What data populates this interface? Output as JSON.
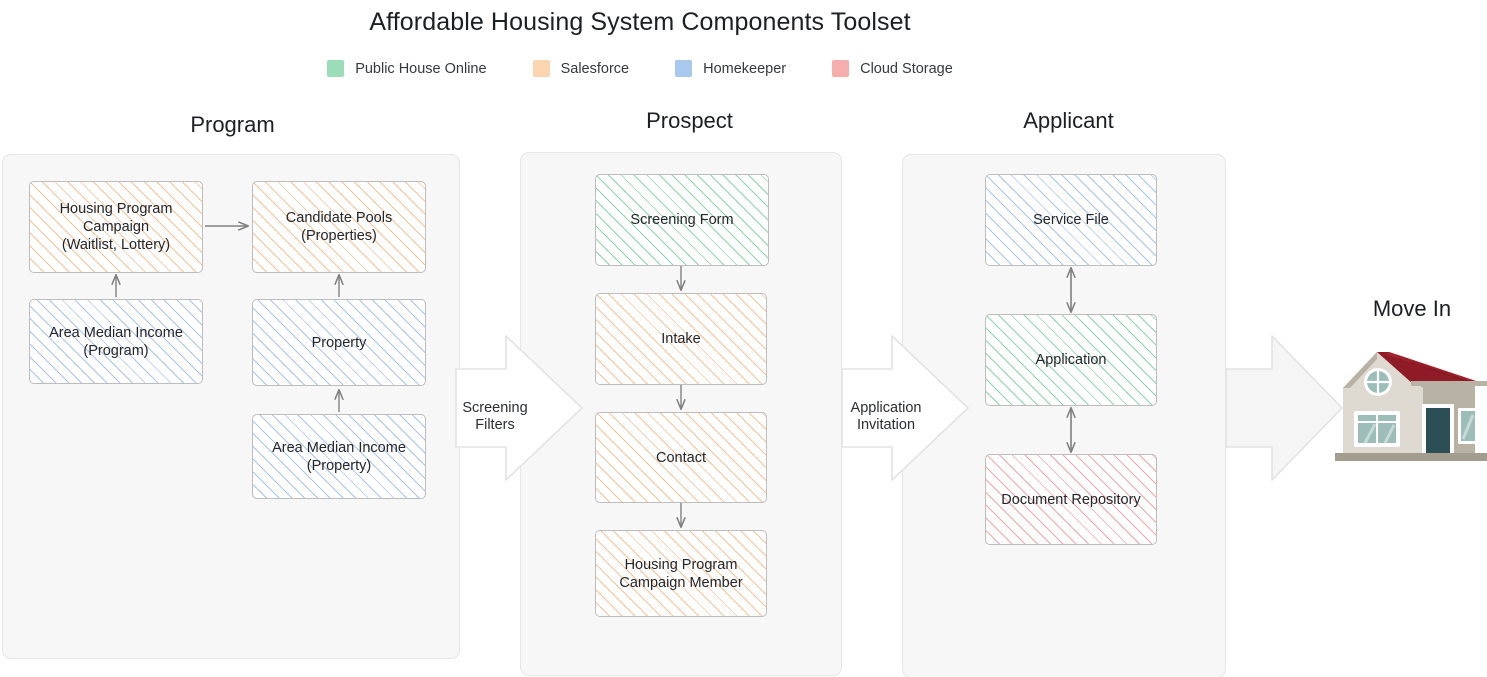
{
  "title": "Affordable Housing System Components Toolset",
  "legend": {
    "items": [
      {
        "label": "Public House Online",
        "color": "#9bddb8",
        "key": "green"
      },
      {
        "label": "Salesforce",
        "color": "#fbd5b0",
        "key": "orange"
      },
      {
        "label": "Homekeeper",
        "color": "#a8c8ee",
        "key": "blue"
      },
      {
        "label": "Cloud Storage",
        "color": "#f6adad",
        "key": "pink"
      }
    ]
  },
  "columns": [
    {
      "title": "Program",
      "nodes": [
        {
          "label": "Housing Program\nCampaign\n(Waitlist, Lottery)",
          "system": "Salesforce",
          "fill": "orange"
        },
        {
          "label": "Candidate Pools\n(Properties)",
          "system": "Salesforce",
          "fill": "orange"
        },
        {
          "label": "Area Median Income\n(Program)",
          "system": "Homekeeper",
          "fill": "blue"
        },
        {
          "label": "Property",
          "system": "Homekeeper",
          "fill": "blue"
        },
        {
          "label": "Area Median Income\n(Property)",
          "system": "Homekeeper",
          "fill": "blue"
        }
      ]
    },
    {
      "title": "Prospect",
      "nodes": [
        {
          "label": "Screening Form",
          "system": "Public House Online",
          "fill": "green"
        },
        {
          "label": "Intake",
          "system": "Salesforce",
          "fill": "orange"
        },
        {
          "label": "Contact",
          "system": "Salesforce",
          "fill": "orange"
        },
        {
          "label": "Housing Program\nCampaign Member",
          "system": "Salesforce",
          "fill": "orange"
        }
      ]
    },
    {
      "title": "Applicant",
      "nodes": [
        {
          "label": "Service File",
          "system": "Homekeeper",
          "fill": "blue"
        },
        {
          "label": "Application",
          "system": "Public House Online",
          "fill": "green"
        },
        {
          "label": "Document Repository",
          "system": "Cloud Storage",
          "fill": "pink"
        }
      ]
    }
  ],
  "stage_arrows": [
    {
      "label": "Screening\nFilters",
      "style": "outline"
    },
    {
      "label": "Application\nInvitation",
      "style": "outline"
    },
    {
      "label": "",
      "style": "filled"
    }
  ],
  "outcome": {
    "title": "Move In",
    "icon": "house-icon"
  }
}
